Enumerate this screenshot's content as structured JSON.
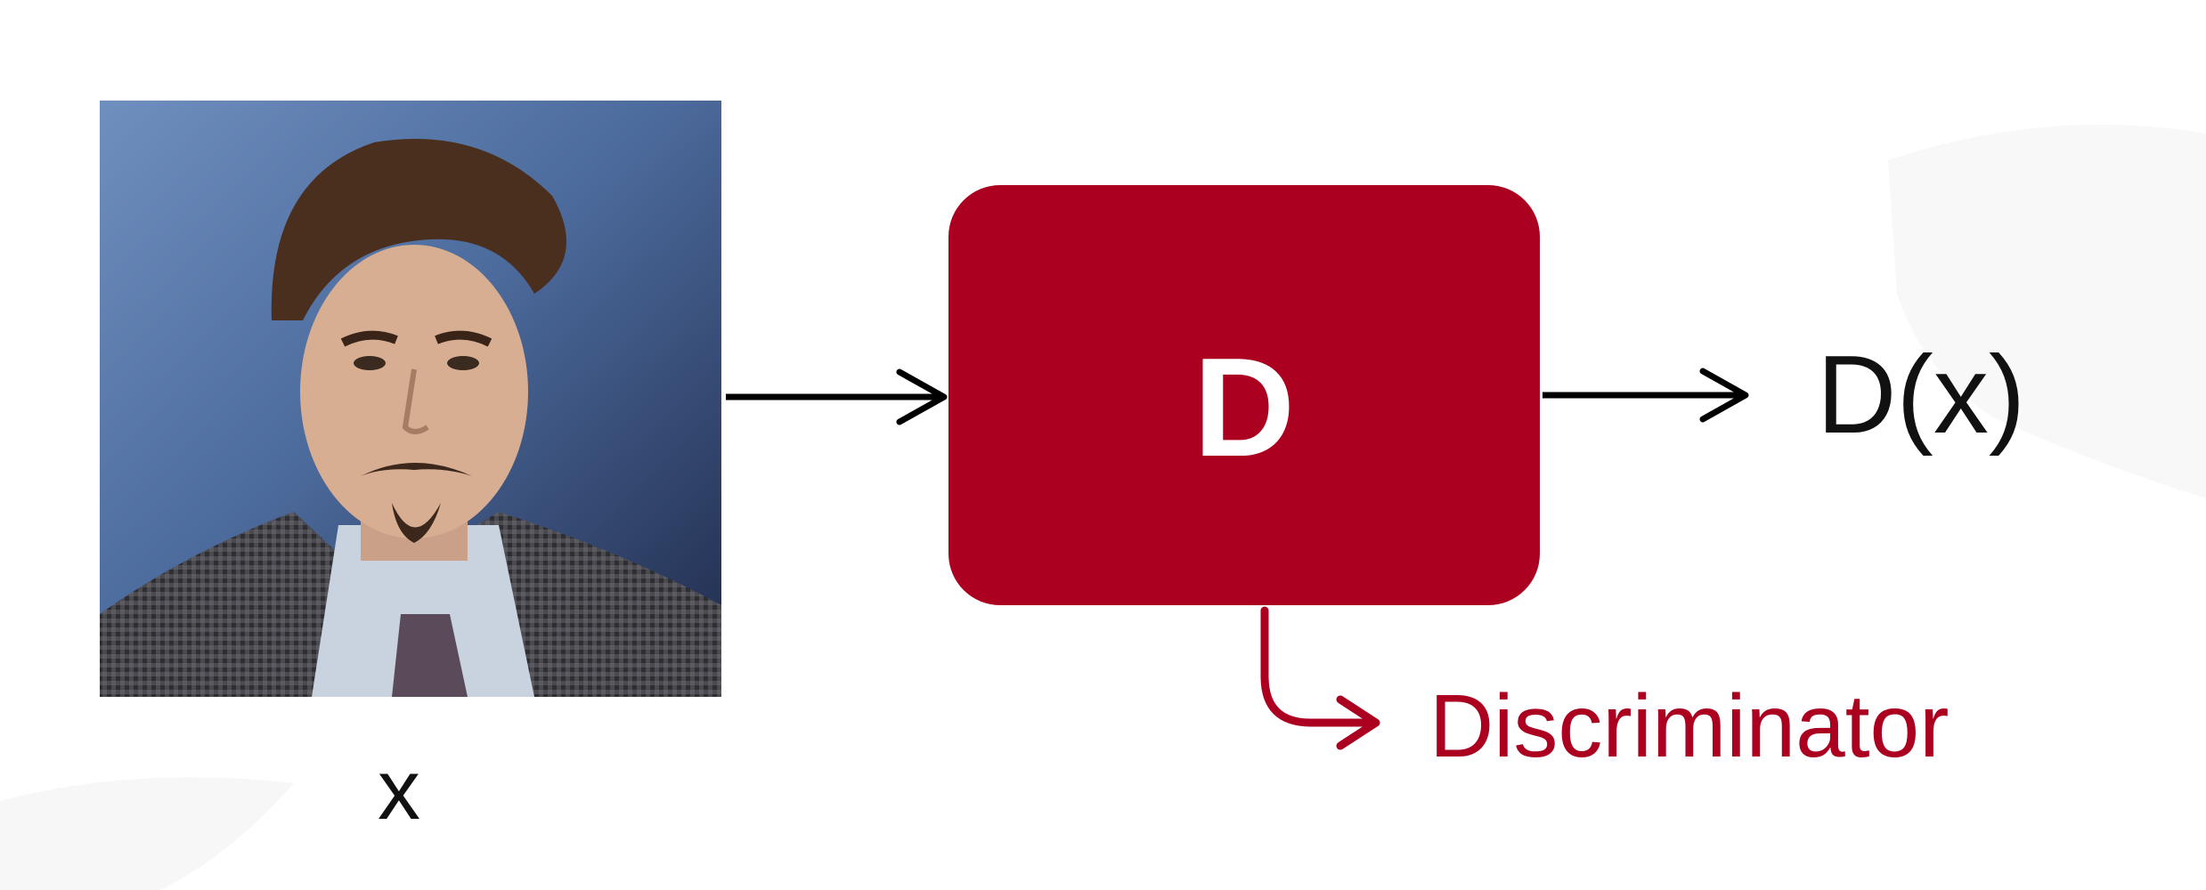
{
  "diagram": {
    "input_label": "x",
    "box_label": "D",
    "output_label": "D(x)",
    "callout_label": "Discriminator",
    "colors": {
      "box_fill": "#ab0020",
      "box_text": "#ffffff",
      "arrow": "#000000",
      "callout": "#ab0020",
      "text": "#111111"
    }
  },
  "input_image": {
    "subject": "portrait-photo",
    "background": "#4d6c9e"
  }
}
